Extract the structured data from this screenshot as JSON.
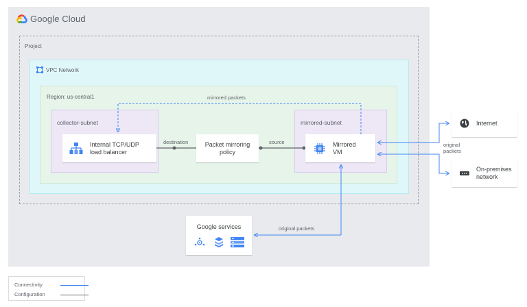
{
  "brand": {
    "name": "Google Cloud",
    "logo_icon": "google-cloud-logo-icon"
  },
  "containers": {
    "project": "Project",
    "vpc": "VPC Network",
    "region": "Region: us-central1",
    "collector_subnet": "collector-subnet",
    "mirrored_subnet": "mirrored-subnet"
  },
  "nodes": {
    "load_balancer": {
      "line1": "Internal TCP/UDP",
      "line2": "load balancer",
      "icon": "load-balancer-icon"
    },
    "policy": {
      "line1": "Packet mirroring",
      "line2": "policy"
    },
    "vm": {
      "line1": "Mirrored",
      "line2": "VM",
      "icon": "compute-engine-icon"
    },
    "internet": {
      "label": "Internet",
      "icon": "globe-icon"
    },
    "onprem": {
      "line1": "On-premises",
      "line2": "network",
      "icon": "network-icon"
    },
    "google_services": {
      "title": "Google services",
      "icons": [
        "pubsub-icon",
        "stack-icon",
        "storage-icon"
      ]
    }
  },
  "edges": {
    "mirrored": "mirrored packets",
    "destination": "destination",
    "source": "source",
    "original_right_1": "original",
    "original_right_2": "packets",
    "original_bottom": "original packets"
  },
  "legend": {
    "connectivity": "Connectivity",
    "configuration": "Configuration"
  },
  "colors": {
    "connectivity": "#4285f4",
    "configuration": "#5f6368"
  }
}
